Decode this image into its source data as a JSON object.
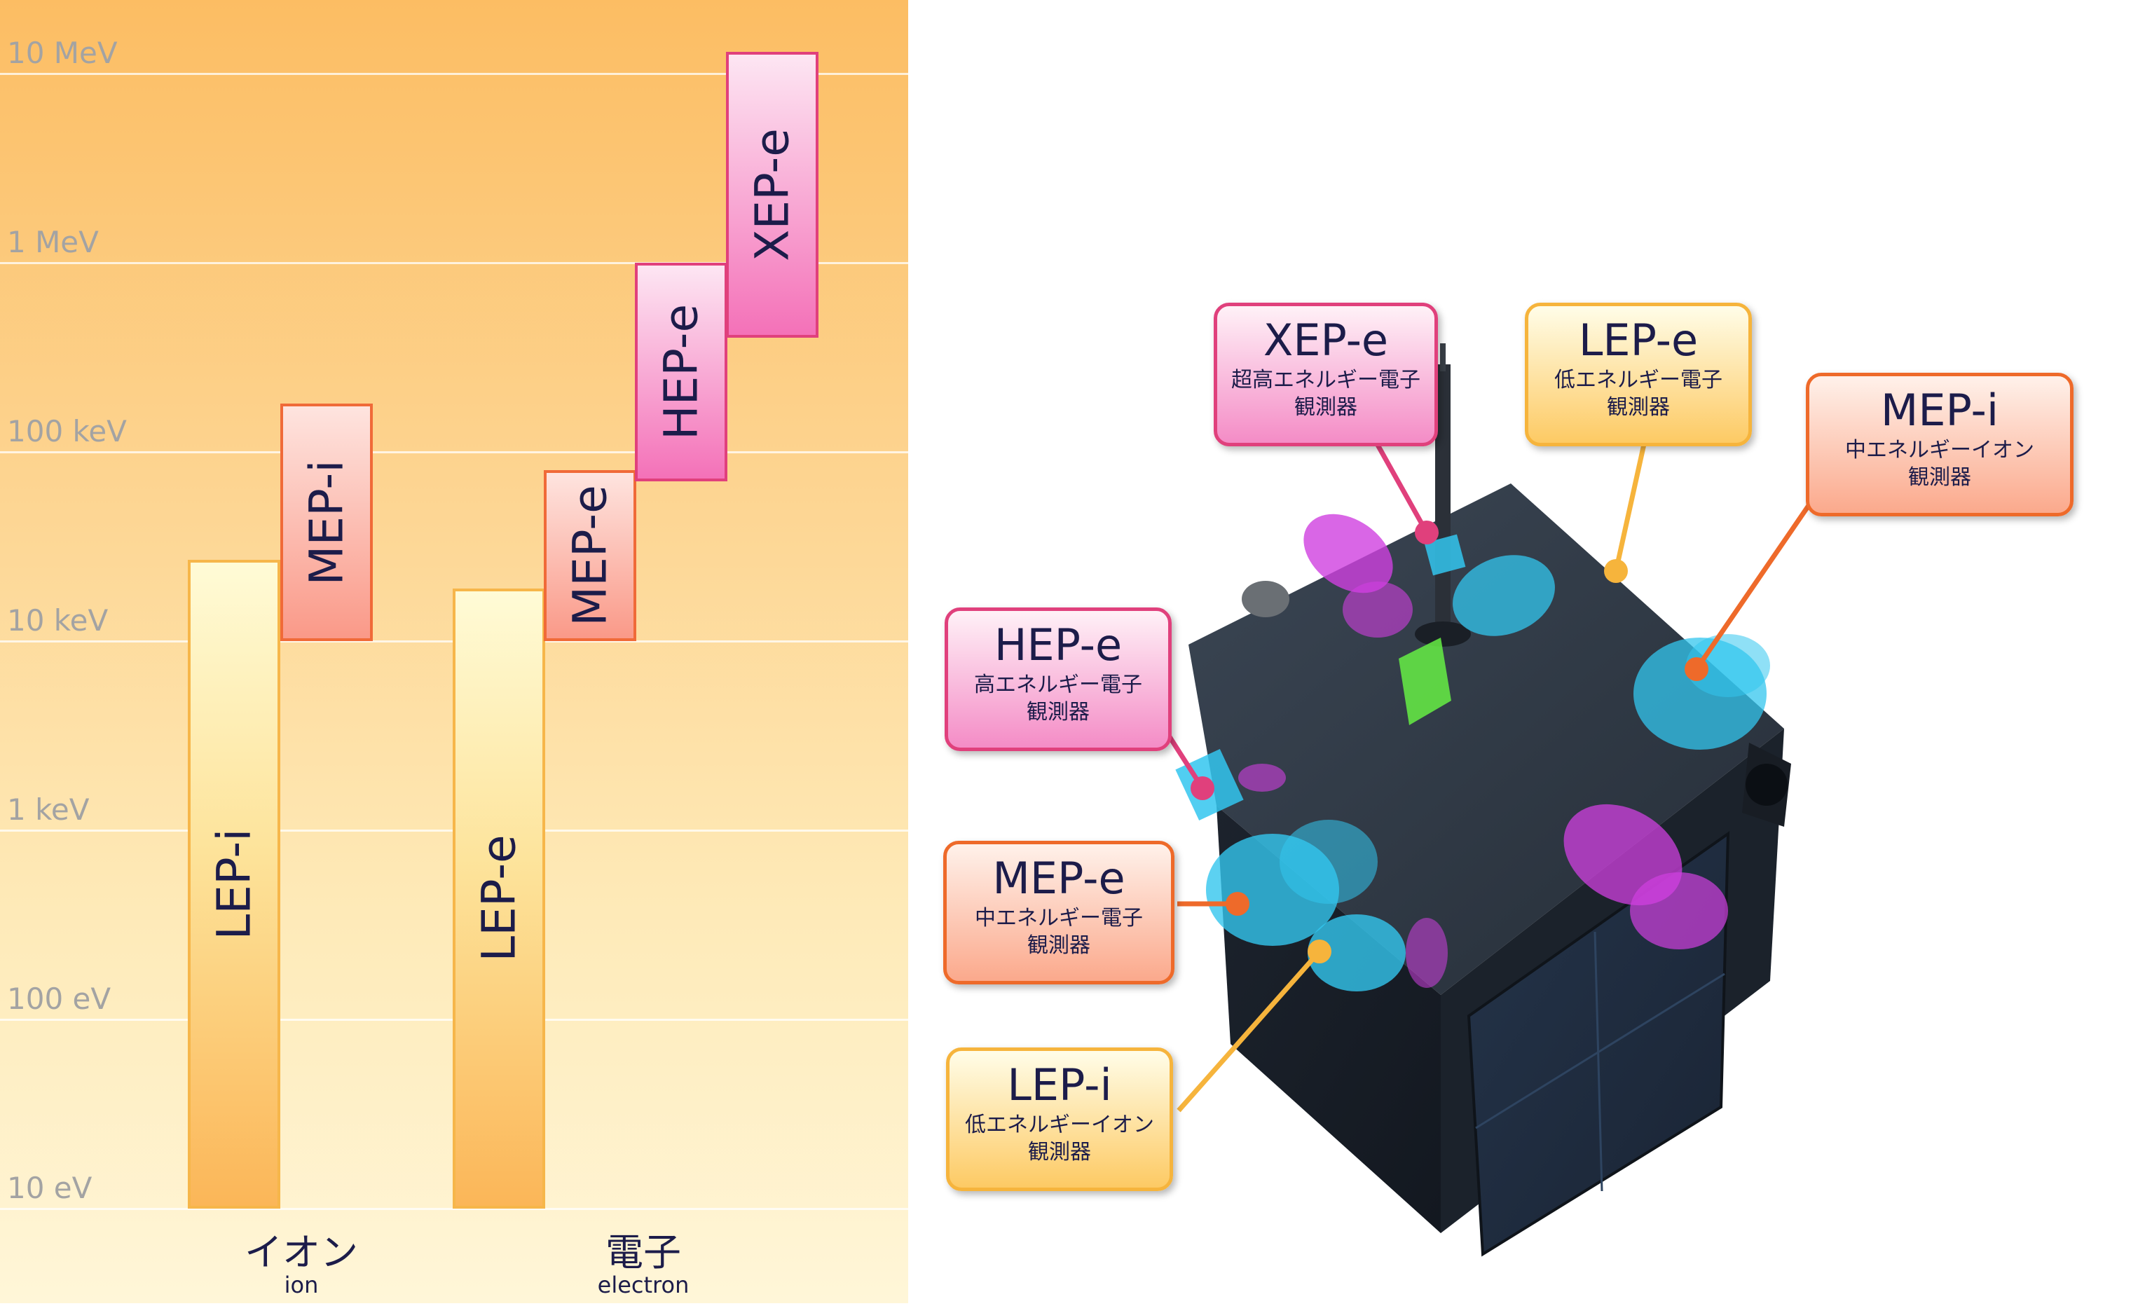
{
  "chart_data": {
    "type": "range-bar",
    "y_scale": "log",
    "y_ticks": [
      "10 MeV",
      "1 MeV",
      "100 keV",
      "10 keV",
      "1 keV",
      "100 eV",
      "10 eV"
    ],
    "ylim": [
      "10 eV",
      "10 MeV"
    ],
    "grid": true,
    "categories": [
      {
        "jp": "イオン",
        "en": "ion"
      },
      {
        "jp": "電子",
        "en": "electron"
      }
    ],
    "bars": [
      {
        "label": "LEP-i",
        "group": "ion",
        "low_eV": 10,
        "high_eV": 27000,
        "color": "#fde39a"
      },
      {
        "label": "MEP-i",
        "group": "ion",
        "low_eV": 10000,
        "high_eV": 180000,
        "color": "#fa9988"
      },
      {
        "label": "LEP-e",
        "group": "electron",
        "low_eV": 10,
        "high_eV": 19000,
        "color": "#fde39a"
      },
      {
        "label": "MEP-e",
        "group": "electron",
        "low_eV": 10000,
        "high_eV": 80000,
        "color": "#fa9988"
      },
      {
        "label": "HEP-e",
        "group": "electron",
        "low_eV": 70000,
        "high_eV": 1000000,
        "color": "#f471b8"
      },
      {
        "label": "XEP-e",
        "group": "electron",
        "low_eV": 400000,
        "high_eV": 13000000,
        "color": "#f471b8"
      }
    ]
  },
  "callouts": [
    {
      "title": "XEP-e",
      "desc_lines": [
        "超高エネルギー電子",
        "観測器"
      ],
      "style": "high"
    },
    {
      "title": "LEP-e",
      "desc_lines": [
        "低エネルギー電子",
        "観測器"
      ],
      "style": "low"
    },
    {
      "title": "MEP-i",
      "desc_lines": [
        "中エネルギーイオン",
        "観測器"
      ],
      "style": "mid"
    },
    {
      "title": "HEP-e",
      "desc_lines": [
        "高エネルギー電子",
        "観測器"
      ],
      "style": "high"
    },
    {
      "title": "MEP-e",
      "desc_lines": [
        "中エネルギー電子",
        "観測器"
      ],
      "style": "mid"
    },
    {
      "title": "LEP-i",
      "desc_lines": [
        "低エネルギーイオン",
        "観測器"
      ],
      "style": "low"
    }
  ],
  "colors": {
    "high": "#e0407c",
    "mid": "#ee6a2a",
    "low": "#f6b43c",
    "sensor_blue": "#33c6ee",
    "sensor_magenta": "#d040e0",
    "sensor_green": "#66ee44",
    "spacecraft_body": "#2a3340"
  }
}
